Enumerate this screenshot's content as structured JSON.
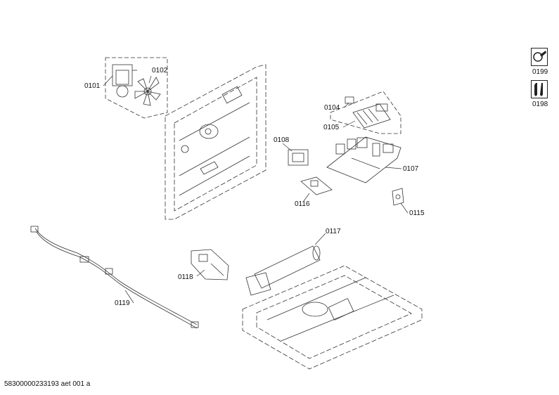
{
  "parts": {
    "p0101": "0101",
    "p0102": "0102",
    "p0104": "0104",
    "p0105": "0105",
    "p0107": "0107",
    "p0108": "0108",
    "p0115": "0115",
    "p0116": "0116",
    "p0117": "0117",
    "p0118": "0118",
    "p0119": "0119"
  },
  "side_icons": [
    {
      "label": "0199",
      "icon": "wrench-gear-icon"
    },
    {
      "label": "0198",
      "icon": "tools-icon"
    }
  ],
  "footer": "58300000233193 aet 001 a"
}
